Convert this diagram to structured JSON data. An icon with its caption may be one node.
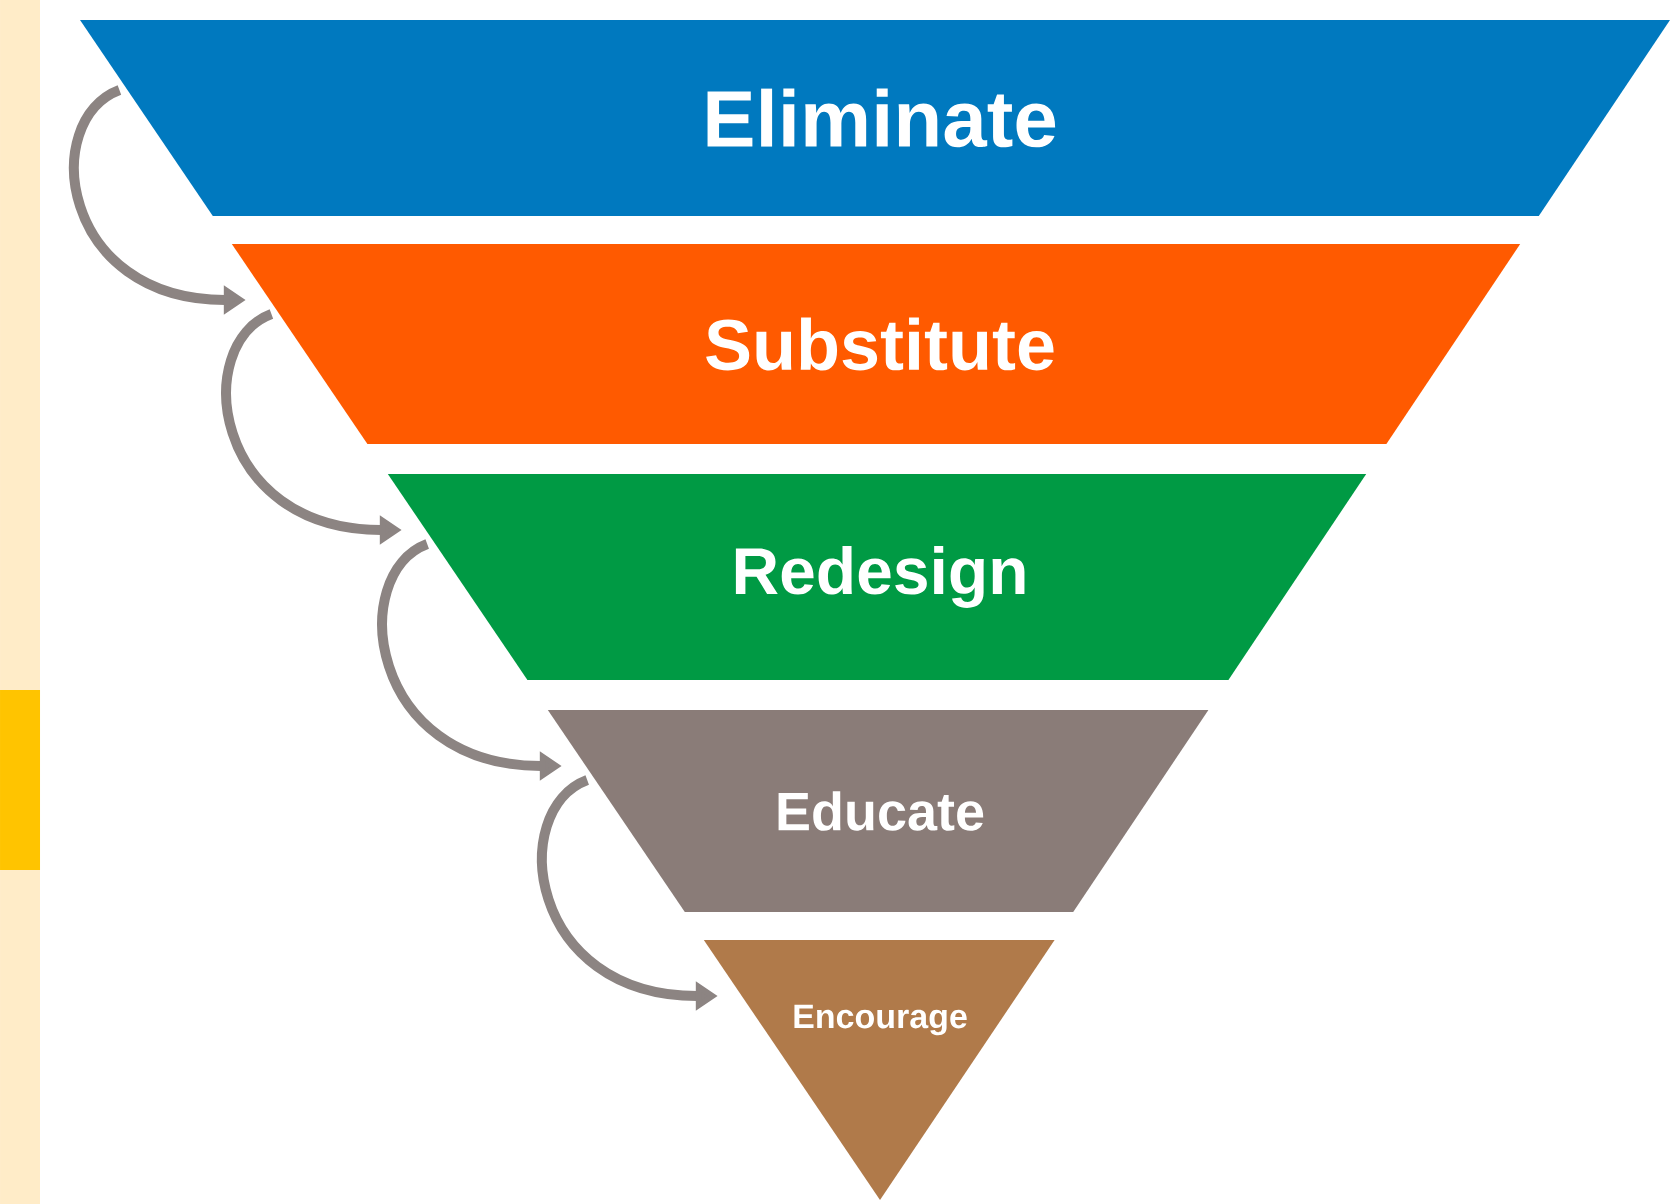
{
  "diagram": {
    "nodes": [
      {
        "text": [
          "Eliminate"
        ]
      },
      {
        "text": [
          "Substitute"
        ]
      },
      {
        "text": [
          "Redesign"
        ]
      },
      {
        "text": [
          "Educate"
        ]
      },
      {
        "text": [
          "Encourage"
        ]
      }
    ],
    "edges": [
      {
        "from": 0,
        "to": 1,
        "arrow": "to"
      },
      {
        "from": 1,
        "to": 2,
        "arrow": "to"
      },
      {
        "from": 2,
        "to": 3,
        "arrow": "to"
      },
      {
        "from": 3,
        "to": 4,
        "arrow": "to"
      }
    ]
  }
}
